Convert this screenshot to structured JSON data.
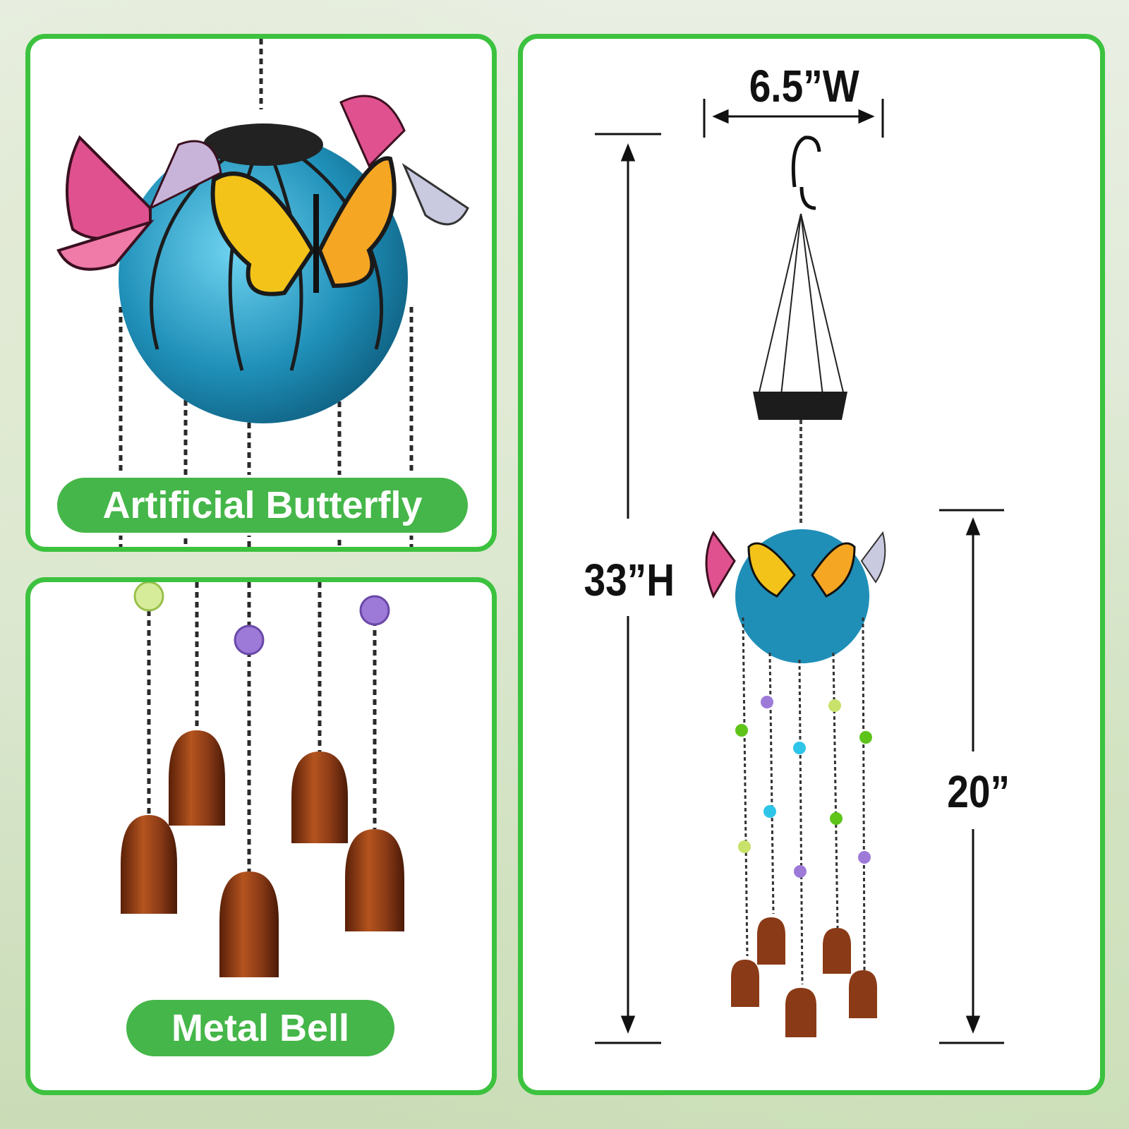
{
  "labels": {
    "butterfly": "Artificial Butterfly",
    "bell": "Metal Bell"
  },
  "dimensions": {
    "width": "6.5”W",
    "height": "33”H",
    "chain_length": "20”"
  },
  "colors": {
    "panel_border": "#3cc23f",
    "pill": "#45b649",
    "glass_globe": "#1f8fb8",
    "bell": "#8a3a16",
    "butterfly_yellow": "#f3c31a",
    "butterfly_pink": "#e0518f"
  }
}
